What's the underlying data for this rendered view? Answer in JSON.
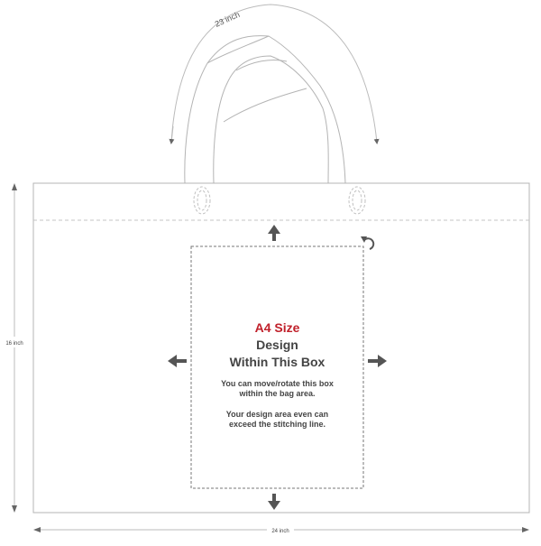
{
  "dimensions": {
    "handle_length": "23 inch",
    "bag_height": "16 inch",
    "bag_width": "24 inch"
  },
  "design_area": {
    "size_label": "A4 Size",
    "title_line1": "Design",
    "title_line2": "Within This Box",
    "note1_line1": "You can move/rotate this box",
    "note1_line2": "within the bag area.",
    "note2_line1": "Your design area even can",
    "note2_line2": "exceed the stitching line."
  },
  "colors": {
    "accent": "#c0202a",
    "text": "#444444",
    "outline": "#b4b4b4",
    "arrow": "#555555"
  },
  "icons": {
    "move_up": "arrow-up-icon",
    "move_down": "arrow-down-icon",
    "move_left": "arrow-left-icon",
    "move_right": "arrow-right-icon",
    "rotate": "rotate-icon"
  }
}
